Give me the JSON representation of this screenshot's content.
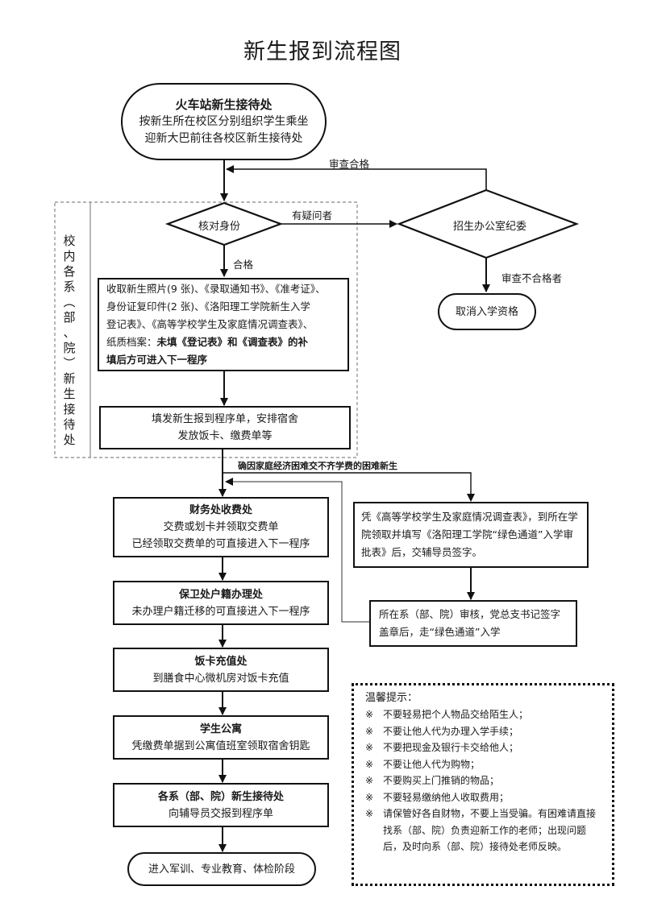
{
  "title": "新生报到流程图",
  "nodes": {
    "station": {
      "title": "火车站新生接待处",
      "lines": [
        "按新生所在校区分别组织学生乘坐",
        "迎新大巴前往各校区新生接待处"
      ]
    },
    "verify_identity": {
      "label": "核对身份"
    },
    "admissions_office": {
      "label": "招生办公室纪委"
    },
    "cancel_admission": {
      "label": "取消入学资格"
    },
    "collect_docs": {
      "lines": [
        "收取新生照片(9 张)、《录取通知书》、《准考证》、",
        "身份证复印件(2 张)、《洛阳理工学院新生入学",
        "登记表》、《高等学校学生及家庭情况调查表》、"
      ],
      "line4_normal": "纸质档案：",
      "line4_bold": "未填《登记表》和《调查表》的补",
      "line5_bold": "填后方可进入下一程序"
    },
    "issue_forms": {
      "lines": [
        "填发新生报到程序单，安排宿舍",
        "发放饭卡、缴费单等"
      ]
    },
    "finance": {
      "title": "财务处收费处",
      "lines": [
        "交费或划卡并领取交费单",
        "已经领取交费单的可直接进入下一程序"
      ]
    },
    "security": {
      "title": "保卫处户籍办理处",
      "lines": [
        "未办理户籍迁移的可直接进入下一程序"
      ]
    },
    "meal_card": {
      "title": "饭卡充值处",
      "lines": [
        "到膳食中心微机房对饭卡充值"
      ]
    },
    "dormitory": {
      "title": "学生公寓",
      "lines": [
        "凭缴费单据到公寓值班室领取宿舍钥匙"
      ]
    },
    "department": {
      "title": "各系（部、院）新生接待处",
      "lines": [
        "向辅导员交报到程序单"
      ]
    },
    "final": {
      "label": "进入军训、专业教育、体检阶段"
    },
    "green_apply": {
      "text": "凭《高等学校学生及家庭情况调查表》，到所在学院领取并填写《洛阳理工学院“绿色通道”入学审批表》后，交辅导员签字。"
    },
    "green_approve": {
      "text": "所在系（部、院）审核，党总支书记签字盖章后，走“绿色通道”入学"
    }
  },
  "edge_labels": {
    "review_pass": "审查合格",
    "suspicious": "有疑问者",
    "qualified": "合格",
    "review_fail": "审查不合格者",
    "hardship": "确因家庭经济困难交不齐学费的困难新生"
  },
  "swimlane_label": [
    "校",
    "内",
    "各",
    "系",
    "︵",
    "部",
    "、",
    "院",
    "︶",
    "新",
    "生",
    "接",
    "待",
    "处"
  ],
  "tips": {
    "heading": "温馨提示：",
    "marker": "※",
    "items": [
      "不要轻易把个人物品交给陌生人；",
      "不要让他人代为办理入学手续；",
      "不要把现金及银行卡交给他人；",
      "不要让他人代为购物；",
      "不要购买上门推销的物品；",
      "不要轻易缴纳他人收取费用；",
      "请保管好各自财物，不要上当受骗。有困难请直接找系（部、院）负责迎新工作的老师；出现问题后，及时向系（部、院）接待处老师反映。"
    ]
  }
}
